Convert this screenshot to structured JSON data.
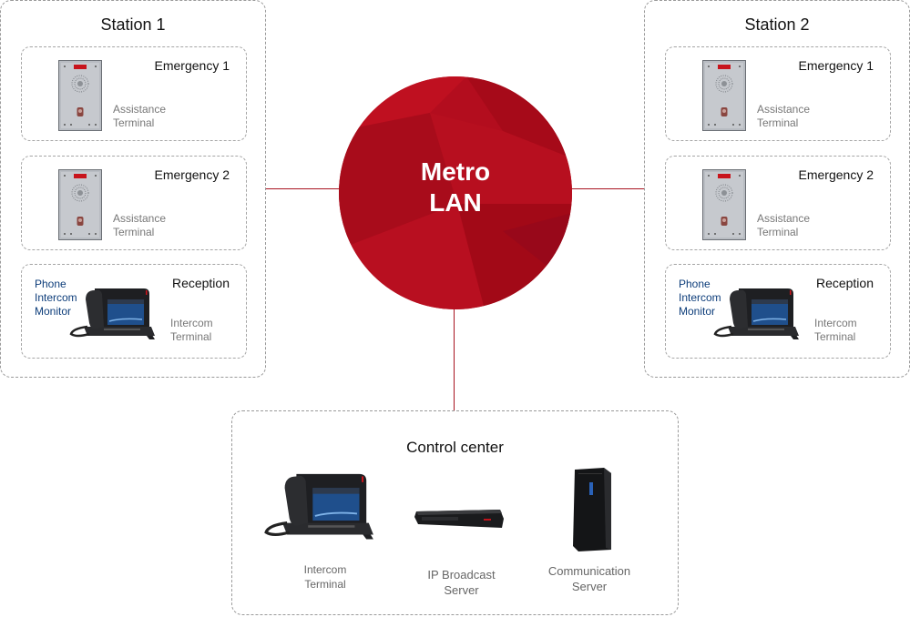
{
  "network": {
    "label_line1": "Metro",
    "label_line2": "LAN",
    "color": "#b30d1e"
  },
  "stations": [
    {
      "title": "Station 1",
      "cards": [
        {
          "title": "Emergency 1",
          "device": "Assistance",
          "device2": "Terminal"
        },
        {
          "title": "Emergency 2",
          "device": "Assistance",
          "device2": "Terminal"
        },
        {
          "title": "Reception",
          "device": "Intercom",
          "device2": "Terminal",
          "features": [
            "Phone",
            "Intercom",
            "Monitor"
          ]
        }
      ]
    },
    {
      "title": "Station 2",
      "cards": [
        {
          "title": "Emergency 1",
          "device": "Assistance",
          "device2": "Terminal"
        },
        {
          "title": "Emergency 2",
          "device": "Assistance",
          "device2": "Terminal"
        },
        {
          "title": "Reception",
          "device": "Intercom",
          "device2": "Terminal",
          "features": [
            "Phone",
            "Intercom",
            "Monitor"
          ]
        }
      ]
    }
  ],
  "control_center": {
    "title": "Control center",
    "devices": [
      {
        "line1": "Intercom",
        "line2": "Terminal"
      },
      {
        "line1": "IP Broadcast",
        "line2": "Server"
      },
      {
        "line1": "Communication",
        "line2": "Server"
      }
    ]
  },
  "colors": {
    "accent_red": "#a8131f",
    "feature_blue": "#0d3d7a",
    "dash_gray": "#9a9a9a"
  }
}
